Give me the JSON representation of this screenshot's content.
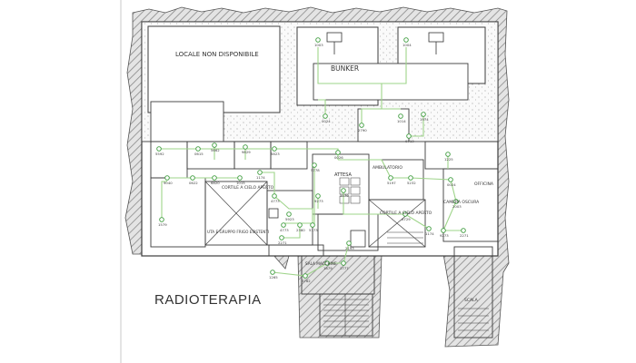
{
  "title": "RADIOTERAPIA",
  "areas": {
    "locale": "LOCALE NON DISPONIBILE",
    "bunker": "BUNKER",
    "attesa": "ATTESA",
    "ambulatorio": "AMBULATORIO",
    "cortile_left": "CORTILE A CIELO APERTO",
    "cortile_right": "CORTILE A CIELO APERTO",
    "uta": "UTA E GRUPPO FRIGO ESISTENTI",
    "camera_oscura": "CAMERA OSCURA",
    "officina": "OFFICINA",
    "sala_macchine": "SALA MACCHINE",
    "scala": "SCALA"
  },
  "devices": [
    {
      "id": "d1",
      "code": "1003"
    },
    {
      "id": "d2",
      "code": "1004"
    },
    {
      "id": "d3",
      "code": "1014"
    },
    {
      "id": "d4",
      "code": "0024"
    },
    {
      "id": "d5",
      "code": "2790"
    },
    {
      "id": "d6",
      "code": "0713"
    },
    {
      "id": "d7",
      "code": "1974"
    },
    {
      "id": "d8",
      "code": "5592"
    },
    {
      "id": "d9",
      "code": "0615"
    },
    {
      "id": "d10",
      "code": "5662"
    },
    {
      "id": "d11",
      "code": "9829"
    },
    {
      "id": "d12",
      "code": "5823"
    },
    {
      "id": "d13",
      "code": "0026"
    },
    {
      "id": "d14",
      "code": "5778"
    },
    {
      "id": "d15",
      "code": "1225"
    },
    {
      "id": "d16",
      "code": "9040"
    },
    {
      "id": "d17",
      "code": "0622"
    },
    {
      "id": "d18",
      "code": "6820"
    },
    {
      "id": "d19",
      "code": "5197"
    },
    {
      "id": "d20",
      "code": "5232"
    },
    {
      "id": "d21",
      "code": "0024"
    },
    {
      "id": "d22",
      "code": "1179"
    },
    {
      "id": "d23",
      "code": "2003"
    },
    {
      "id": "d24",
      "code": "6729"
    },
    {
      "id": "d25",
      "code": "9273"
    },
    {
      "id": "d26",
      "code": "2271"
    },
    {
      "id": "d27",
      "code": "1174"
    },
    {
      "id": "d28",
      "code": "4773"
    },
    {
      "id": "d29",
      "code": "5923"
    },
    {
      "id": "d30",
      "code": "4773"
    },
    {
      "id": "d31",
      "code": "2380"
    },
    {
      "id": "d32",
      "code": "5173"
    },
    {
      "id": "d33",
      "code": "1777"
    },
    {
      "id": "d34",
      "code": "1879"
    },
    {
      "id": "d35",
      "code": "2193"
    },
    {
      "id": "d36",
      "code": "2271"
    },
    {
      "id": "d37",
      "code": "1579"
    },
    {
      "id": "d38",
      "code": "1015"
    },
    {
      "id": "d39",
      "code": "9273"
    },
    {
      "id": "d40",
      "code": "1174"
    },
    {
      "id": "d41",
      "code": "3782"
    },
    {
      "id": "d42",
      "code": "1265"
    }
  ],
  "colors": {
    "wall": "#3c3c3c",
    "hatch": "#9a9a9a",
    "concrete": "#f2f2f2",
    "network": "#9ed48a",
    "device": "#3c9b3c"
  }
}
